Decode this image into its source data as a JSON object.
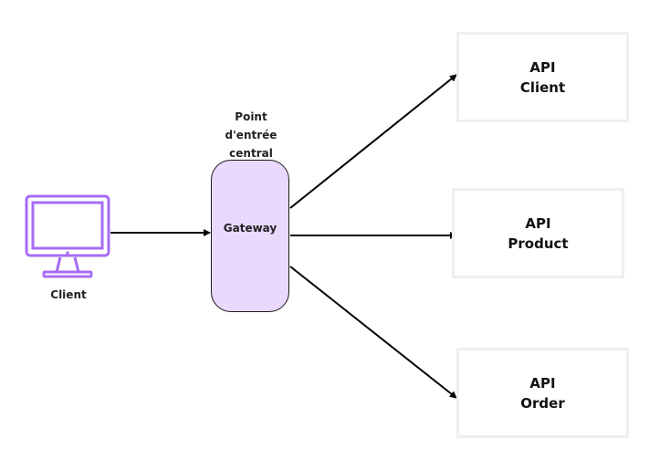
{
  "diagram": {
    "client": {
      "label": "Client",
      "icon": "monitor-icon",
      "icon_color": "#a66cf5"
    },
    "gateway": {
      "caption_lines": [
        "Point",
        "d'entrée",
        "central"
      ],
      "label": "Gateway",
      "fill_color": "#ead8fd"
    },
    "apis": [
      {
        "line1": "API",
        "line2": "Client"
      },
      {
        "line1": "API",
        "line2": "Product"
      },
      {
        "line1": "API",
        "line2": "Order"
      }
    ],
    "edge_color": "#000000"
  }
}
